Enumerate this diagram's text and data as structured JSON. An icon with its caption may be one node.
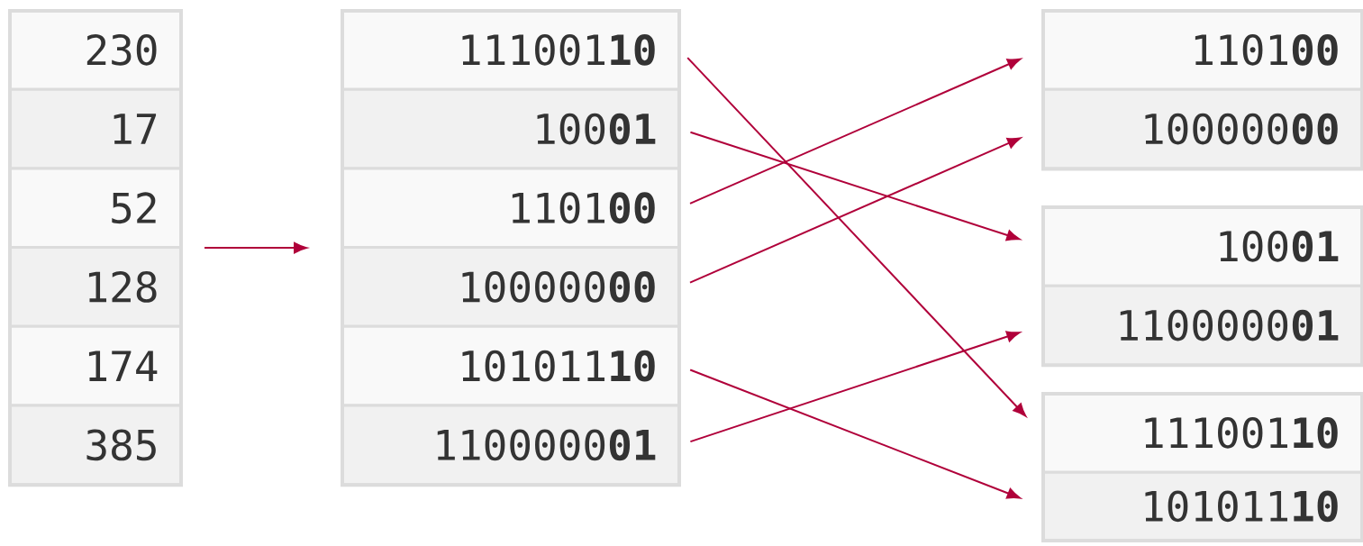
{
  "diagram": {
    "nodes": [
      {
        "text": [],
        "shape": "box"
      },
      {
        "text": [
          "230"
        ],
        "in": 0
      },
      {
        "text": [
          "17"
        ],
        "in": 0
      },
      {
        "text": [
          "52"
        ],
        "in": 0
      },
      {
        "text": [
          "128"
        ],
        "in": 0
      },
      {
        "text": [
          "174"
        ],
        "in": 0
      },
      {
        "text": [
          "385"
        ],
        "in": 0
      },
      {
        "text": [],
        "shape": "box"
      },
      {
        "text": [
          "111001**10**"
        ],
        "in": 7
      },
      {
        "text": [
          "100**01**"
        ],
        "in": 7
      },
      {
        "text": [
          "1101**00**"
        ],
        "in": 7
      },
      {
        "text": [
          "100000**00**"
        ],
        "in": 7
      },
      {
        "text": [
          "101011**10**"
        ],
        "in": 7
      },
      {
        "text": [
          "1100000**01**"
        ],
        "in": 7
      },
      {
        "text": [],
        "shape": "box"
      },
      {
        "text": [
          "1101**00**"
        ],
        "in": 14
      },
      {
        "text": [
          "100000**00**"
        ],
        "in": 14
      },
      {
        "text": [],
        "shape": "box"
      },
      {
        "text": [
          "100**01**"
        ],
        "in": 17
      },
      {
        "text": [
          "1100000**01**"
        ],
        "in": 17
      },
      {
        "text": [],
        "shape": "box"
      },
      {
        "text": [
          "111001**10**"
        ],
        "in": 20
      },
      {
        "text": [
          "101011**10**"
        ],
        "in": 20
      }
    ],
    "edges": [
      {
        "from": 0,
        "to": 7,
        "arrow": "to"
      },
      {
        "from": 8,
        "to": 21,
        "arrow": "to"
      },
      {
        "from": 9,
        "to": 18,
        "arrow": "to"
      },
      {
        "from": 10,
        "to": 15,
        "arrow": "to"
      },
      {
        "from": 11,
        "to": 16,
        "arrow": "to"
      },
      {
        "from": 12,
        "to": 22,
        "arrow": "to"
      },
      {
        "from": 13,
        "to": 19,
        "arrow": "to"
      }
    ]
  }
}
